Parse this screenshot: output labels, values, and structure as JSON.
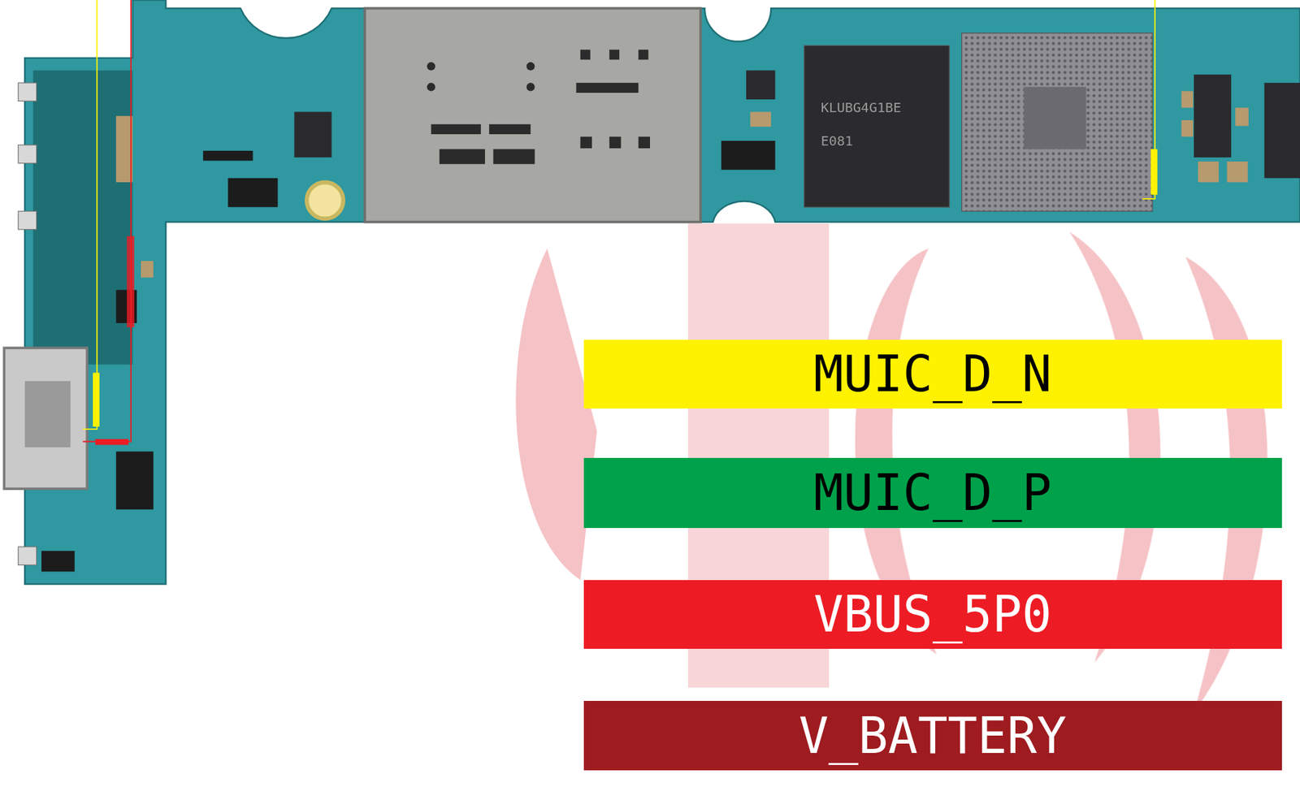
{
  "diagram": {
    "labels": [
      "KLUBG4G1BE",
      "E081"
    ],
    "legend": [
      {
        "text": "MUIC_D_N",
        "color": "#fff200"
      },
      {
        "text": "MUIC_D_P",
        "color": "#00a14b"
      },
      {
        "text": "VBUS_5P0",
        "color": "#ed1c24"
      },
      {
        "text": "V_BATTERY",
        "color": "#9e1b20"
      }
    ]
  }
}
